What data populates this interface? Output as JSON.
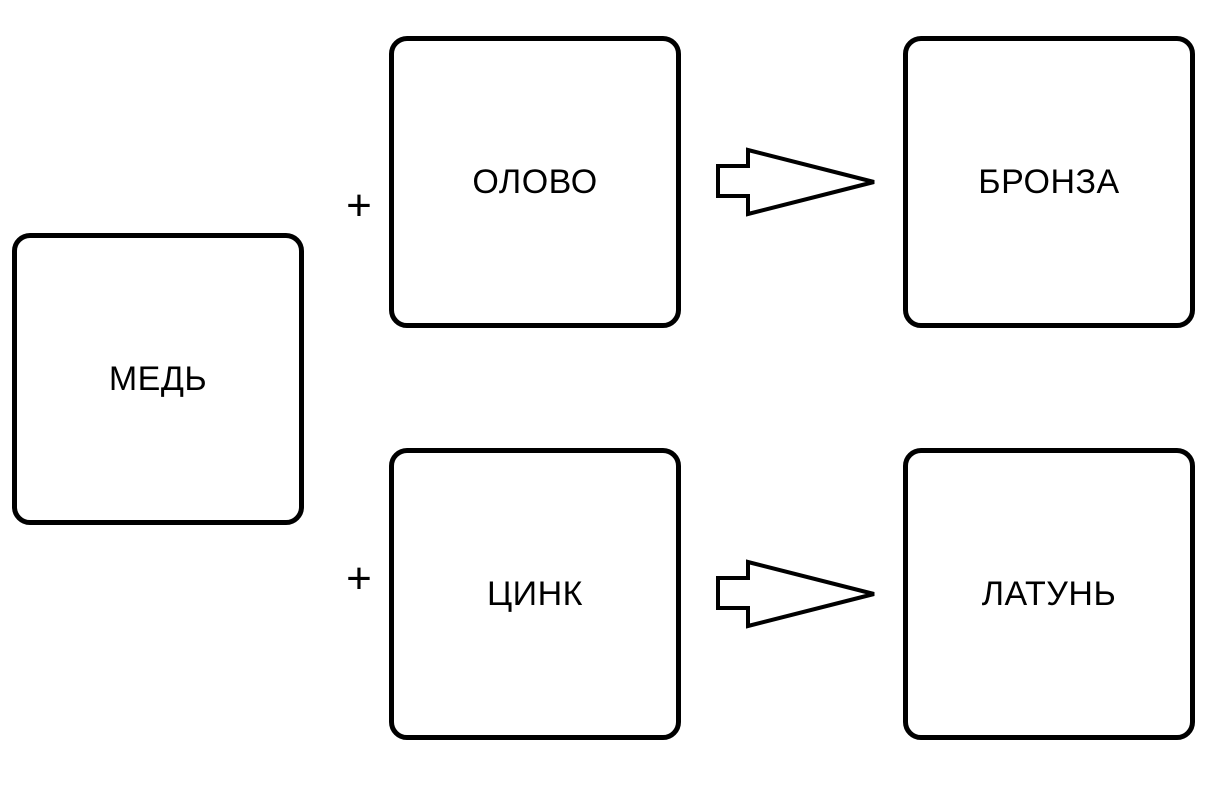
{
  "boxes": {
    "copper": "МЕДЬ",
    "tin": "ОЛОВО",
    "bronze": "БРОНЗА",
    "zinc": "ЦИНК",
    "brass": "ЛАТУНЬ"
  },
  "operators": {
    "plus_top": "+",
    "plus_bottom": "+"
  },
  "icons": {
    "arrow": "block-arrow-right-icon"
  },
  "colors": {
    "stroke": "#000000",
    "fill": "#ffffff"
  }
}
